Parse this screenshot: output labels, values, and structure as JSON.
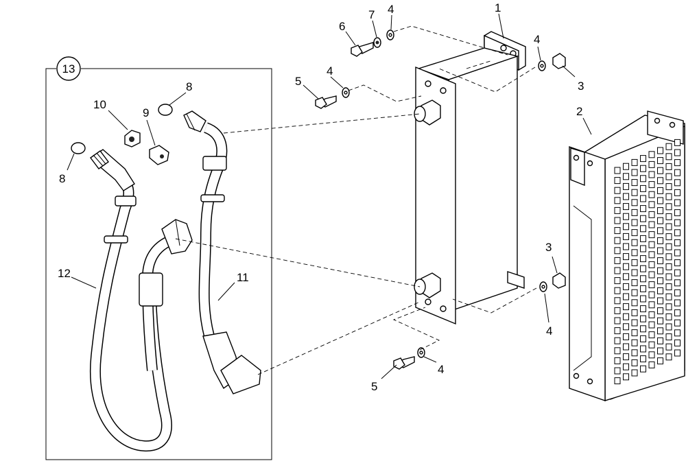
{
  "callouts": {
    "c1": "1",
    "c2": "2",
    "c3a": "3",
    "c3b": "3",
    "c4a": "4",
    "c4b": "4",
    "c4c": "4",
    "c4d": "4",
    "c4e": "4",
    "c5a": "5",
    "c5b": "5",
    "c6": "6",
    "c7": "7",
    "c8a": "8",
    "c8b": "8",
    "c9": "9",
    "c10": "10",
    "c11": "11",
    "c12": "12",
    "c13": "13"
  }
}
